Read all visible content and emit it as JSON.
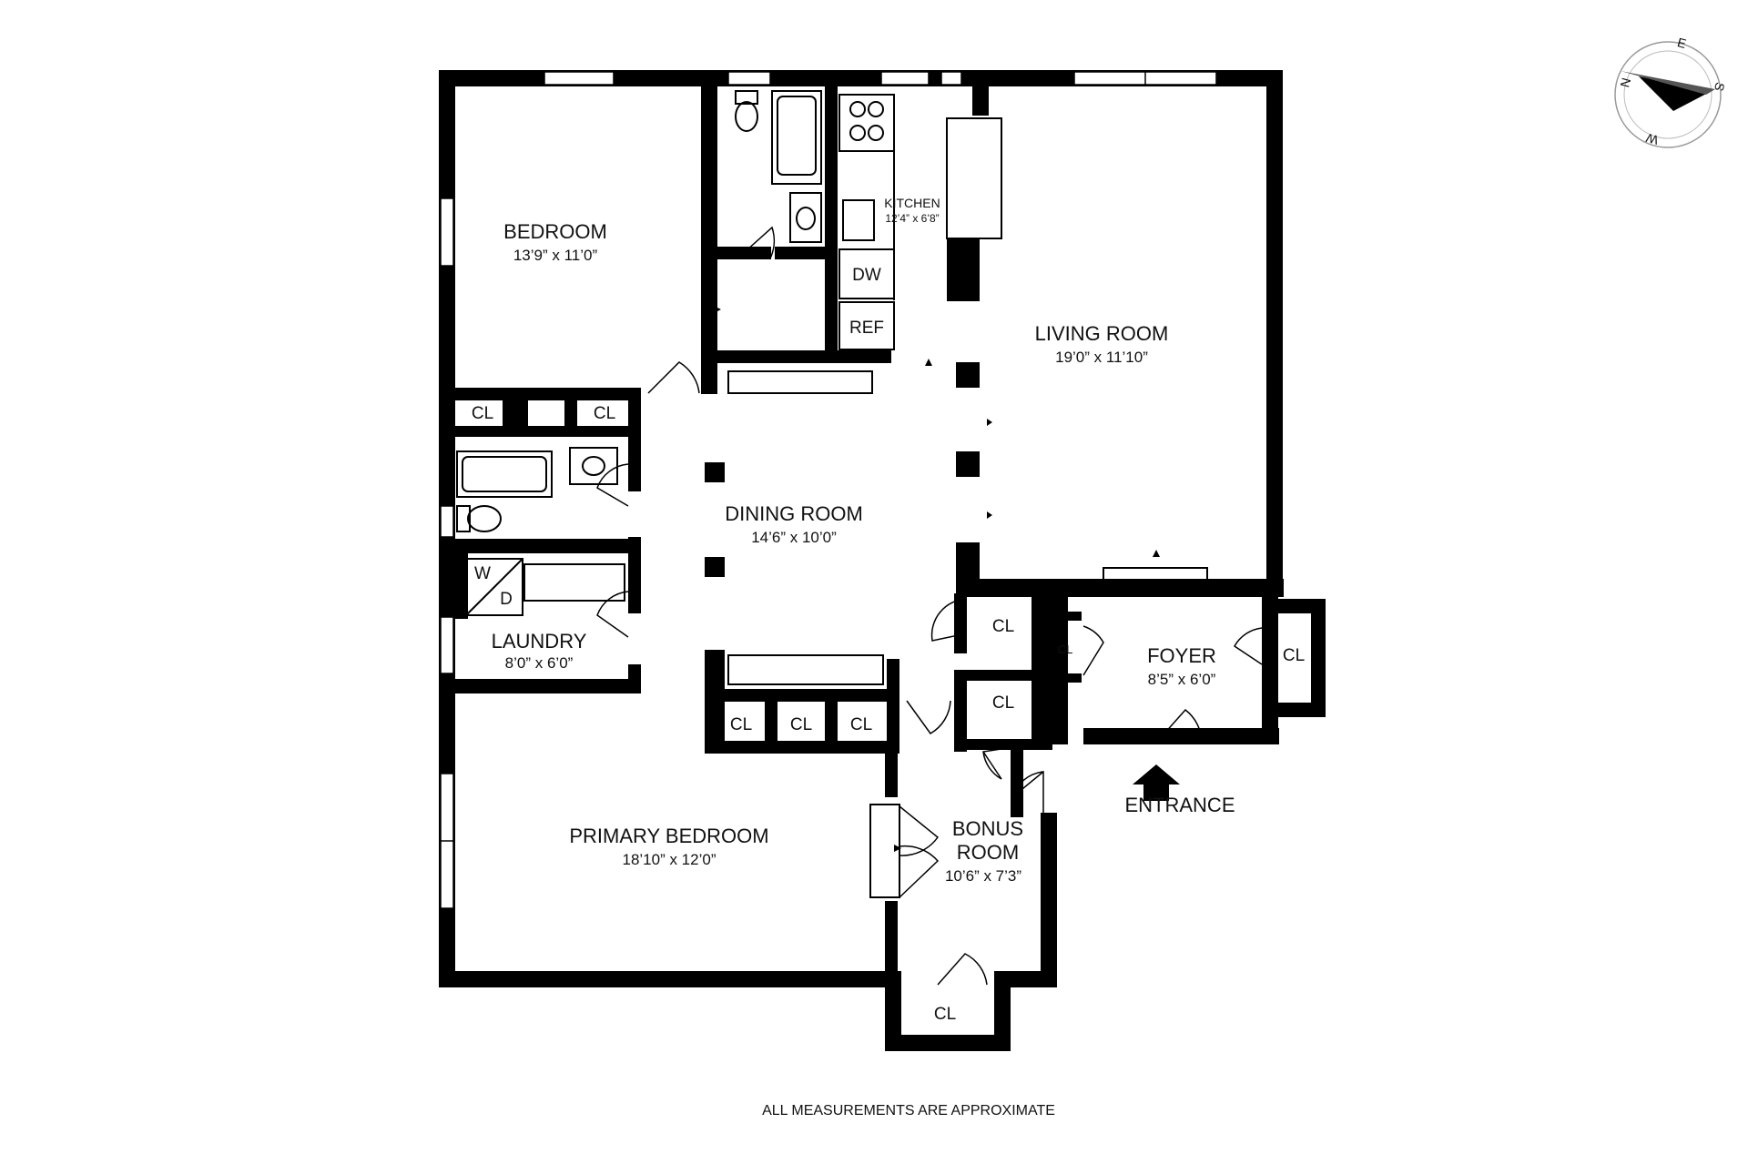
{
  "rooms": {
    "bedroom": {
      "name": "BEDROOM",
      "dims": "13’9” x 11’0”"
    },
    "kitchen": {
      "name": "KITCHEN",
      "dims": "12’4” x 6’8”"
    },
    "living_room": {
      "name": "LIVING ROOM",
      "dims": "19’0” x 11’10”"
    },
    "dining_room": {
      "name": "DINING ROOM",
      "dims": "14’6” x 10’0”"
    },
    "laundry": {
      "name": "LAUNDRY",
      "dims": "8’0” x 6’0”"
    },
    "foyer": {
      "name": "FOYER",
      "dims": "8’5” x 6’0”"
    },
    "primary_bedroom": {
      "name": "PRIMARY BEDROOM",
      "dims": "18’10” x 12’0”"
    },
    "bonus_room": {
      "name_line1": "BONUS",
      "name_line2": "ROOM",
      "dims": "10’6” x 7’3”"
    }
  },
  "fixtures": {
    "dishwasher": "DW",
    "refrigerator": "REF",
    "washer": "W",
    "dryer": "D",
    "closet": "CL"
  },
  "entrance_label": "ENTRANCE",
  "footer_note": "ALL MEASUREMENTS ARE APPROXIMATE",
  "compass": {
    "n": "N",
    "e": "E",
    "s": "S",
    "w": "W"
  }
}
